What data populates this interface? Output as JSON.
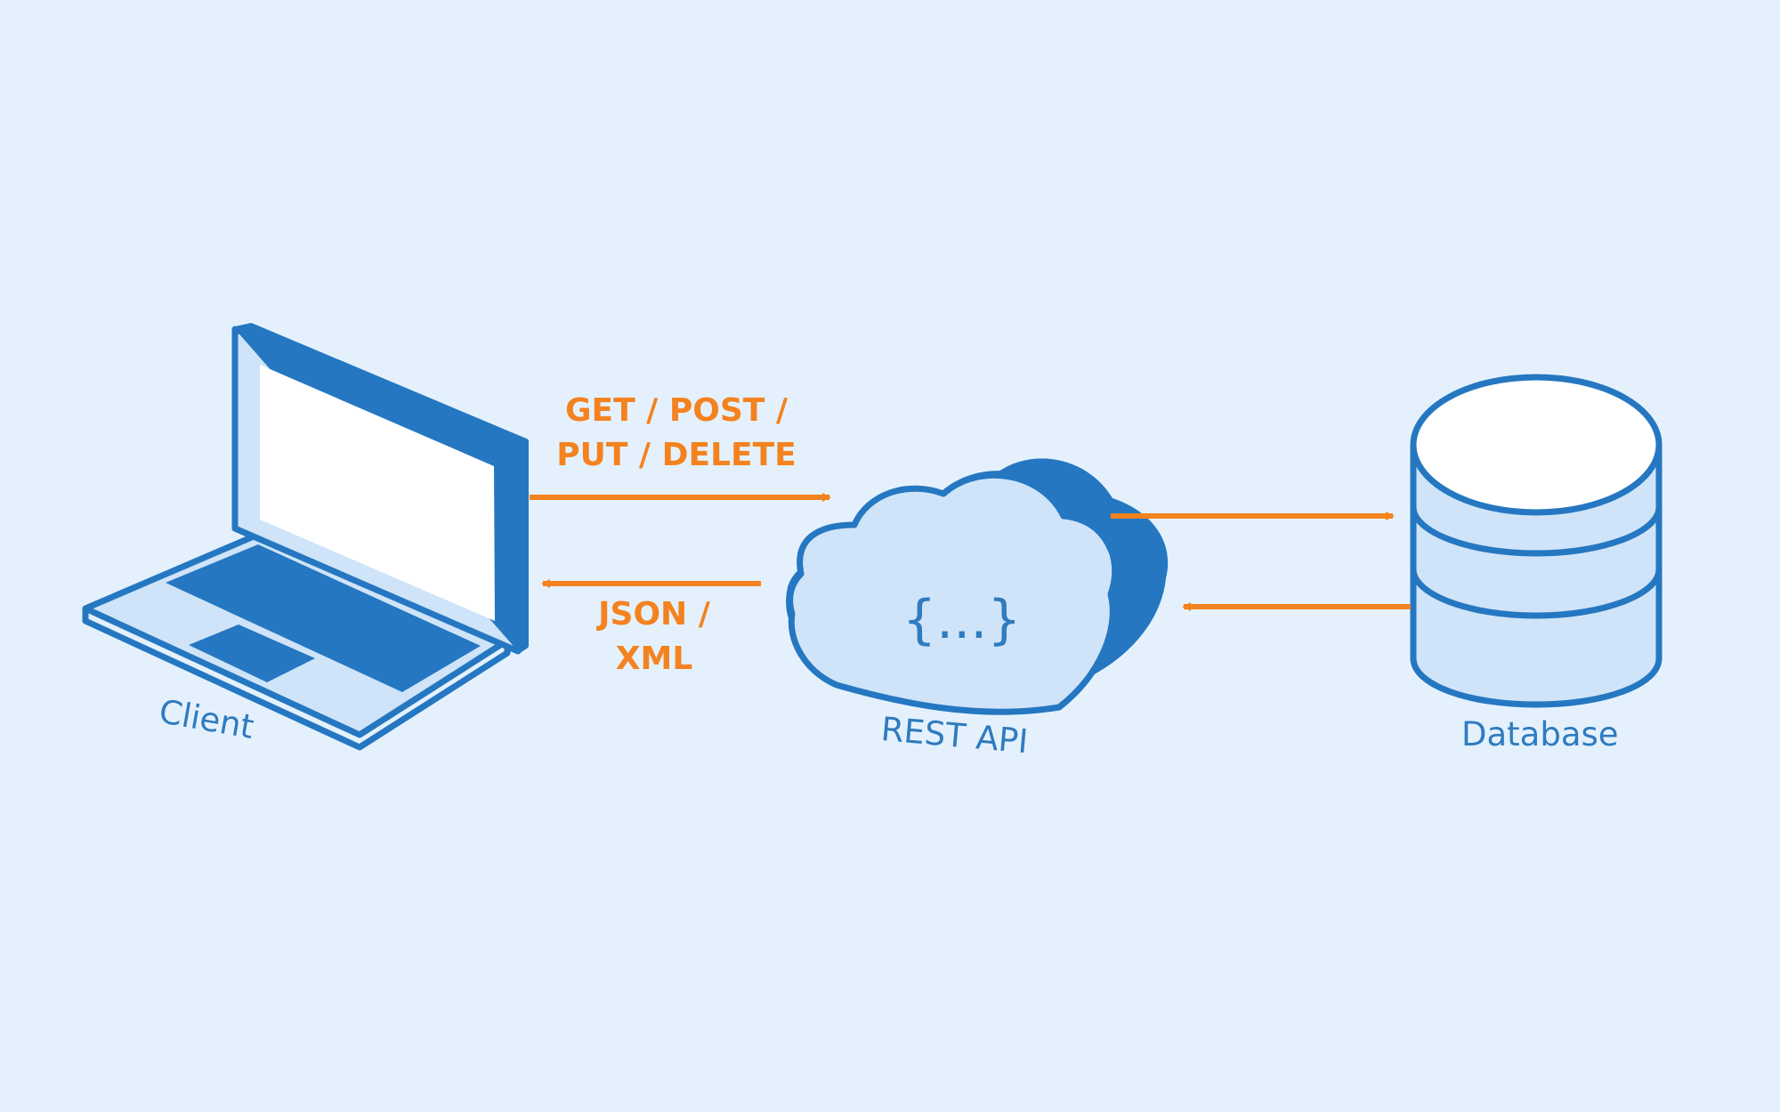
{
  "nodes": {
    "client": "Client",
    "api": "REST API",
    "api_glyph": "{...}",
    "database": "Database"
  },
  "flows": {
    "request_line1": "GET / POST /",
    "request_line2": "PUT / DELETE",
    "response_line1": "JSON /",
    "response_line2": "XML"
  },
  "colors": {
    "background": "#e4f1fd",
    "primary_blue": "#2577c1",
    "light_blue": "#cfe4f8",
    "arrow_orange": "#f4821f"
  }
}
